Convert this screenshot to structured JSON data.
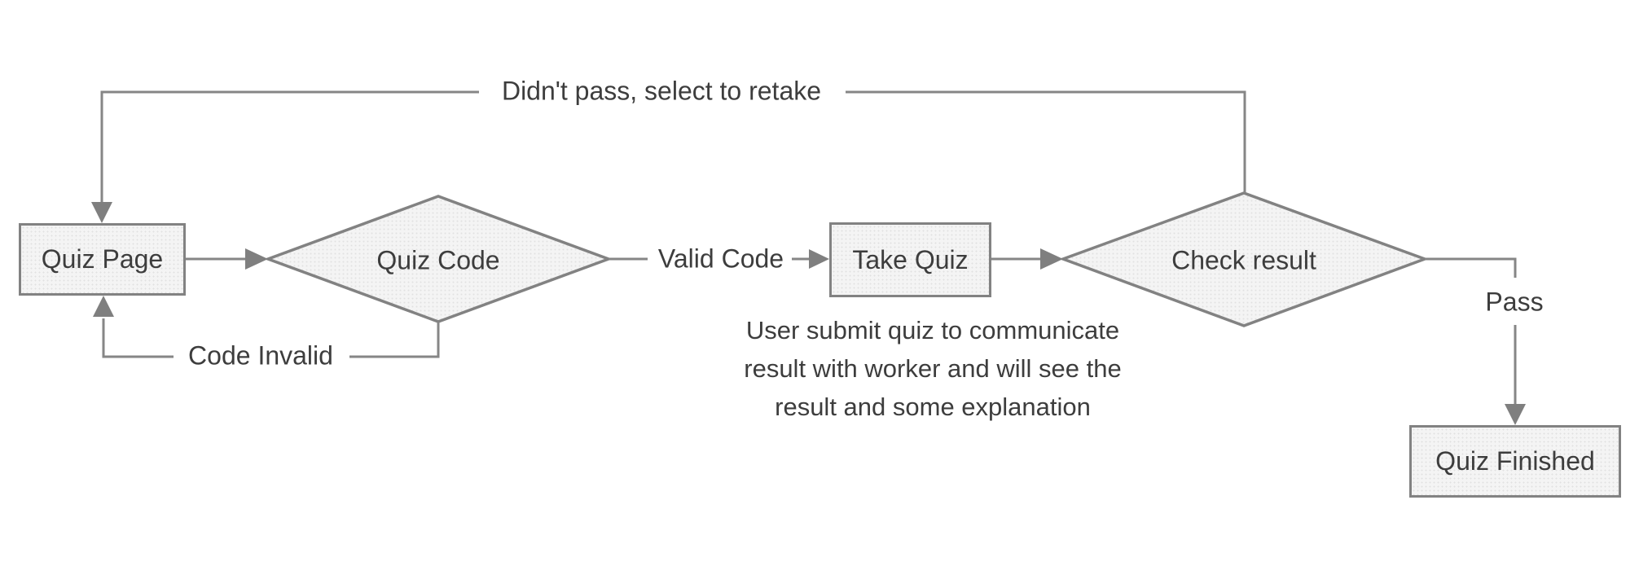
{
  "diagram": {
    "nodes": {
      "quiz_page": {
        "label": "Quiz Page",
        "shape": "rectangle"
      },
      "quiz_code": {
        "label": "Quiz Code",
        "shape": "diamond"
      },
      "take_quiz": {
        "label": "Take Quiz",
        "shape": "rectangle"
      },
      "check_result": {
        "label": "Check result",
        "shape": "diamond"
      },
      "quiz_finished": {
        "label": "Quiz Finished",
        "shape": "rectangle"
      }
    },
    "edges": {
      "quiz_page_to_quiz_code": {
        "label": ""
      },
      "quiz_code_to_take_quiz": {
        "label": "Valid Code"
      },
      "take_quiz_to_check_result": {
        "label": ""
      },
      "check_result_to_quiz_finished": {
        "label": "Pass"
      },
      "check_result_to_quiz_page": {
        "label": "Didn't pass, select to retake"
      },
      "quiz_code_to_quiz_page": {
        "label": "Code Invalid"
      }
    },
    "annotation": "User submit quiz to communicate\nresult with worker and will see the\nresult and some explanation",
    "colors": {
      "line": "#868686",
      "shape_border": "#828282",
      "shape_fill": "#f4f4f4",
      "arrowhead": "#7f7f7f",
      "text": "#3d3d3d",
      "background": "#ffffff"
    }
  }
}
